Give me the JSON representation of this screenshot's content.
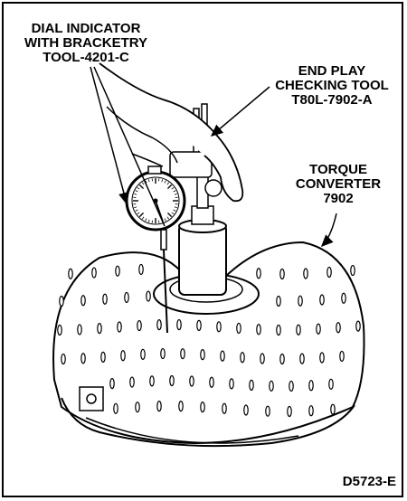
{
  "labels": {
    "dial_indicator": [
      "DIAL INDICATOR",
      "WITH BRACKETRY",
      "TOOL-4201-C"
    ],
    "end_play_tool": [
      "END PLAY",
      "CHECKING TOOL",
      "T80L-7902-A"
    ],
    "torque_converter": [
      "TORQUE",
      "CONVERTER",
      "7902"
    ],
    "figure_id": "D5723-E"
  }
}
